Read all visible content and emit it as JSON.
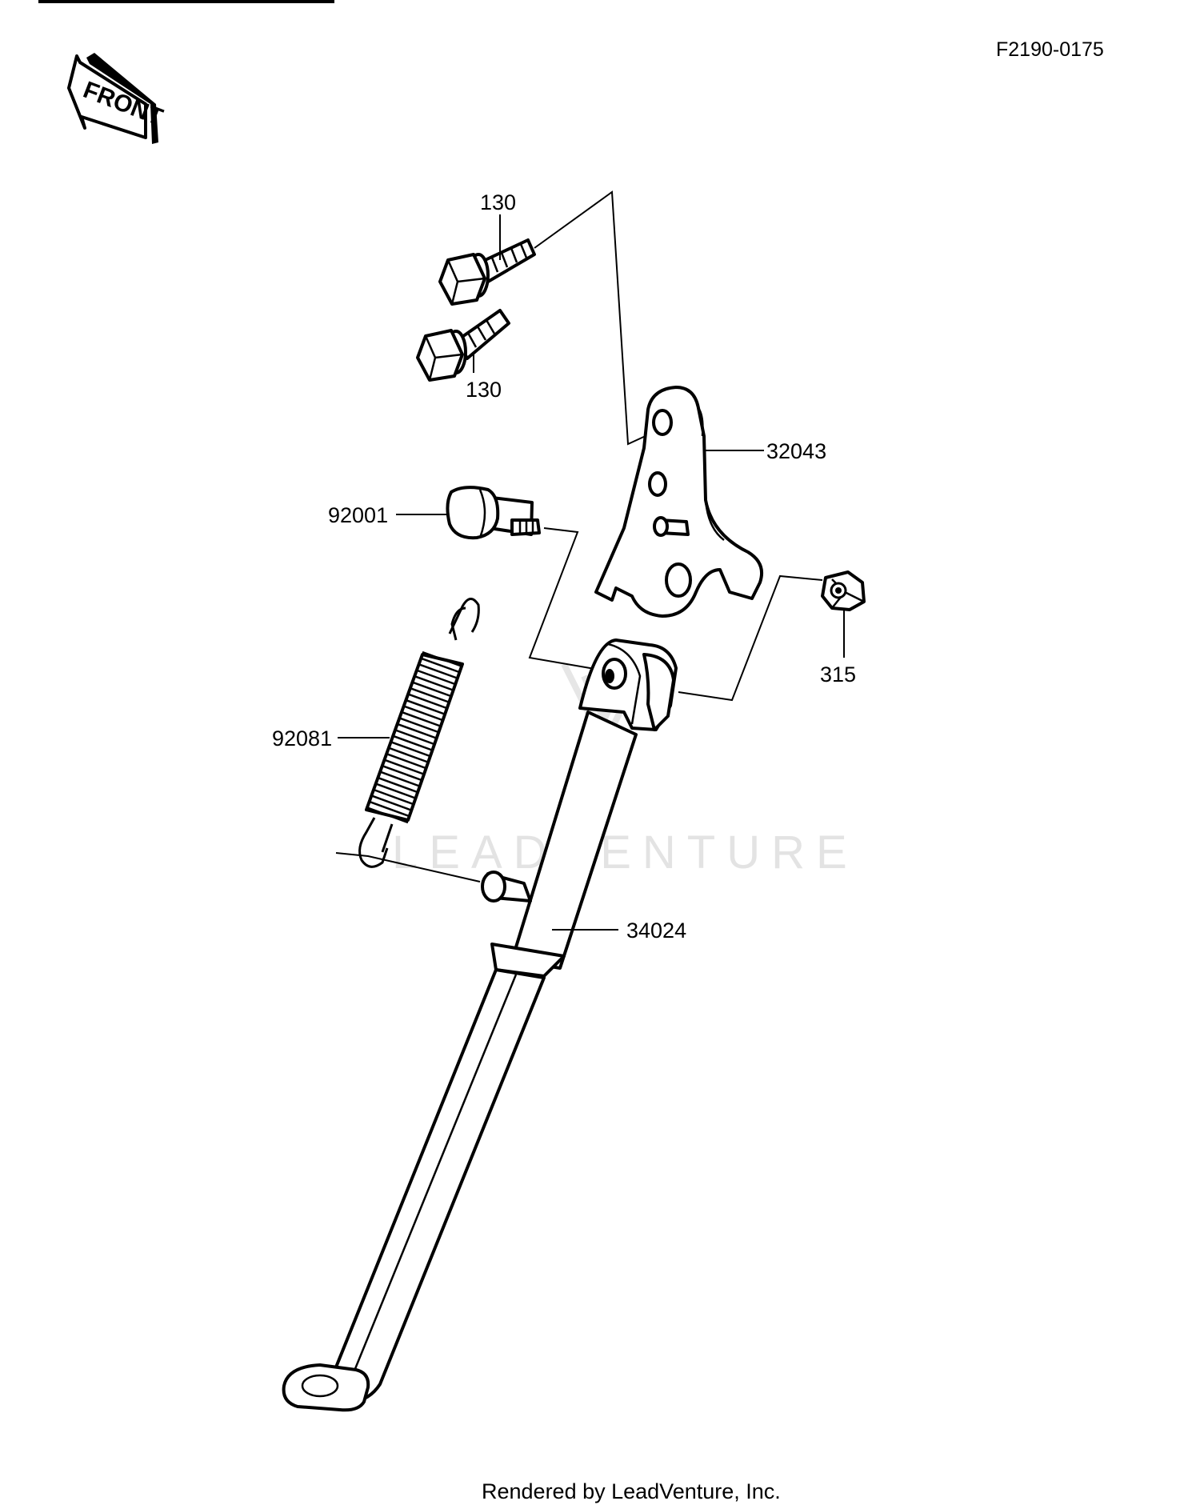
{
  "diagram": {
    "reference_code": "F2190-0175",
    "direction_marker": "FRONT",
    "watermark": "LEADVENTURE",
    "credit": "Rendered by LeadVenture, Inc.",
    "callouts": [
      {
        "id": "bolt-upper",
        "number": "130"
      },
      {
        "id": "bolt-lower",
        "number": "130"
      },
      {
        "id": "bracket",
        "number": "32043"
      },
      {
        "id": "pivot-bolt",
        "number": "92001"
      },
      {
        "id": "nut",
        "number": "315"
      },
      {
        "id": "spring",
        "number": "92081"
      },
      {
        "id": "stand",
        "number": "34024"
      }
    ]
  }
}
